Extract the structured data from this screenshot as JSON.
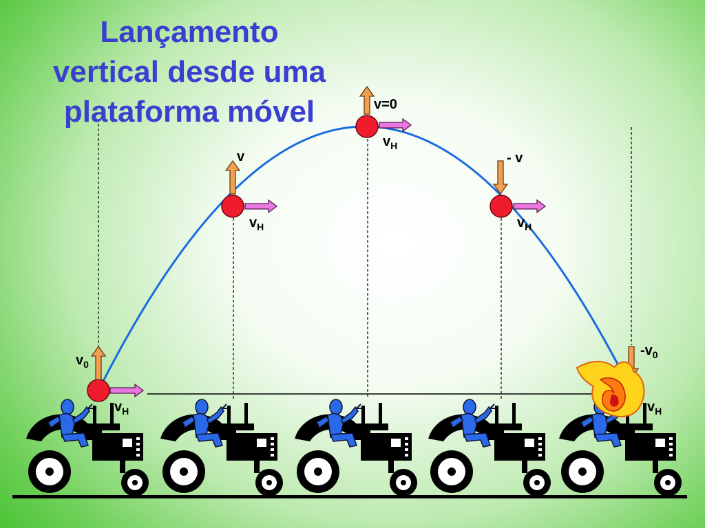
{
  "title": {
    "line1": "Lançamento",
    "line2": "vertical desde uma",
    "line3": "plataforma móvel"
  },
  "labels": {
    "v0": {
      "main": "v",
      "sub": "0"
    },
    "v_rising": {
      "main": "v"
    },
    "v_top": {
      "main": "v=0"
    },
    "v_falling": {
      "main": "- v"
    },
    "v_landing": {
      "main": "-v",
      "sub": "0"
    },
    "vH": {
      "main": "v",
      "sub": "H"
    }
  },
  "colors": {
    "title": "#3a3fd0",
    "trajectory": "#1a6ae0",
    "ball": "#ee1c2c",
    "vertical_arrow": "#f0a050",
    "horizontal_arrow": "#e878e0",
    "tractor": "#000000",
    "driver": "#2a6ae8",
    "flame": "#ffd21c"
  },
  "icons": [
    "tractor-icon",
    "driver-icon",
    "flame-icon",
    "ball-icon",
    "velocity-arrow-icon"
  ]
}
